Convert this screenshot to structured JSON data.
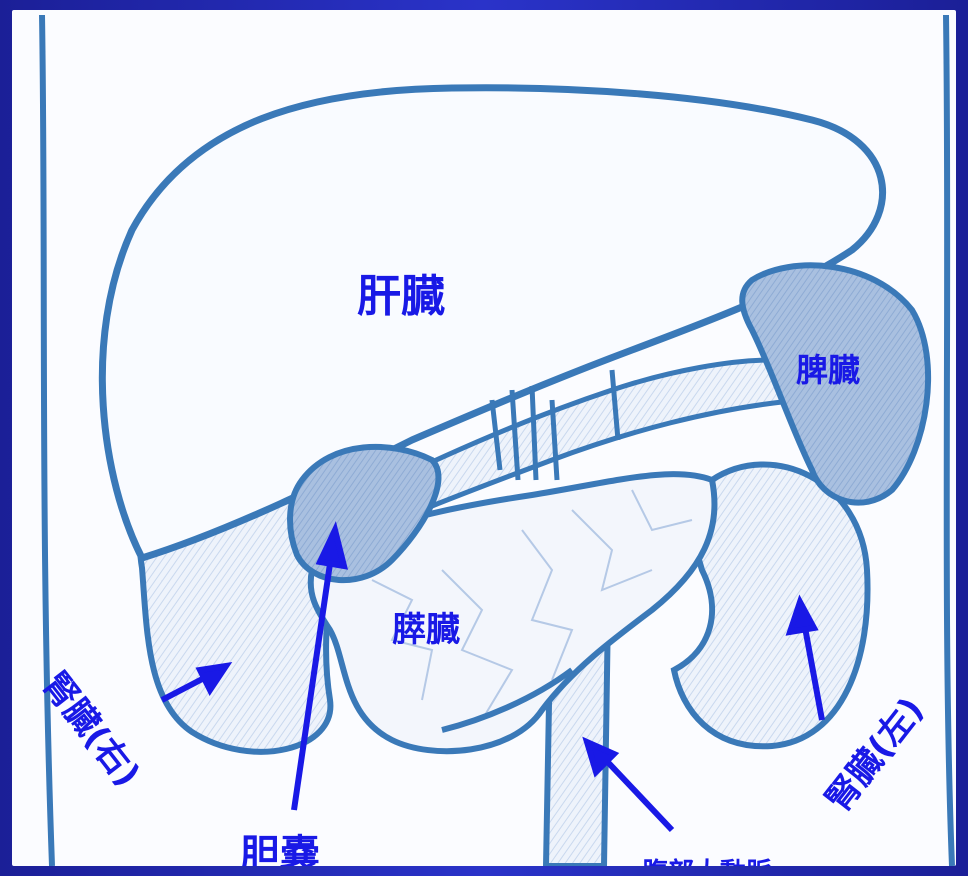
{
  "labels": {
    "liver": "肝臓",
    "spleen": "脾臓",
    "pancreas": "膵臓",
    "gallbladder": "胆嚢",
    "aorta": "腹部大動脈",
    "kidney_right": "腎臓(右)",
    "kidney_left": "腎臓(左)"
  },
  "colors": {
    "frame": "#1b1f97",
    "outline": "#3a79b8",
    "organ_fill": "#e6eef8",
    "dark_fill": "#9db7da",
    "label": "#1919e6"
  }
}
